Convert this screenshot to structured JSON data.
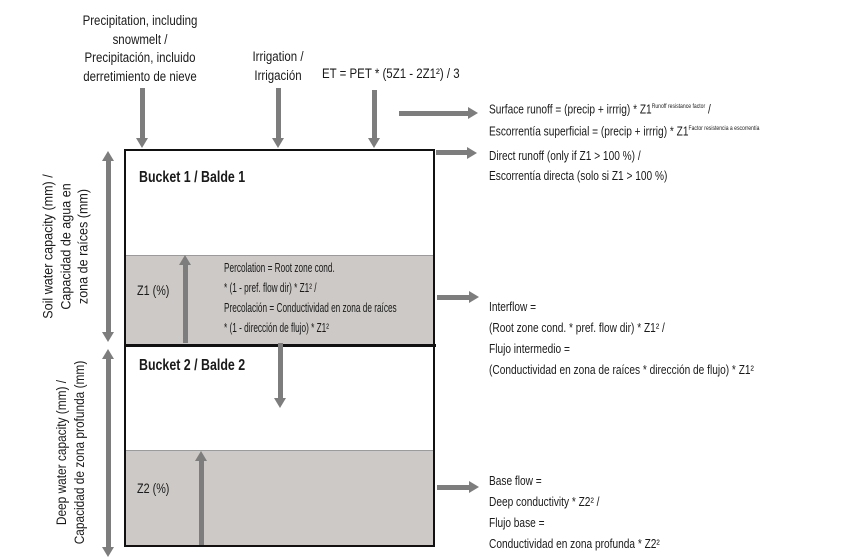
{
  "colors": {
    "arrow": "#7d7d7d",
    "band": "#ccc9c6",
    "band-edge": "#9b9b9b",
    "line": "#111111",
    "text": "#1a1a1a"
  },
  "top": {
    "precipitation": {
      "lines": [
        "Precipitation, including",
        "snowmelt /",
        "Precipitación, incluido",
        "derretimiento de nieve"
      ]
    },
    "irrigation": {
      "lines": [
        "Irrigation /",
        "Irrigación"
      ]
    },
    "et_formula": "ET = PET * (5Z1 - 2Z1²) / 3"
  },
  "left": {
    "soil_capacity": {
      "lines": [
        "Soil water capacity (mm) /",
        "Capacidad de agua en",
        "zona de raíces (mm)"
      ]
    },
    "deep_capacity": {
      "lines": [
        "Deep water capacity (mm) /",
        "Capacidad de zona profunda (mm)"
      ]
    }
  },
  "buckets": {
    "bucket1_title": "Bucket 1 / Balde 1",
    "bucket2_title": "Bucket 2 / Balde 2",
    "z1_label": "Z1 (%)",
    "z2_label": "Z2 (%)",
    "percolation": {
      "lines": [
        "Percolation = Root zone cond.",
        "* (1 - pref. flow dir) * Z1² /",
        "Precolación = Conductividad en zona de raíces",
        "* (1 - dirección de flujo) * Z1²"
      ]
    }
  },
  "right": {
    "surface_runoff": {
      "line1": {
        "pre": "Surface runoff = (precip + irrrig) * Z1",
        "sup": "Runoff resistance factor",
        "post": " /"
      },
      "line2": {
        "pre": "Escorrentía superficial = (precip + irrrig) * Z1",
        "sup": "Factor resistencia a escorrentía",
        "post": ""
      }
    },
    "direct_runoff": {
      "lines": [
        "Direct runoff (only if Z1 > 100 %) /",
        "Escorrentía directa (solo si Z1 > 100 %)"
      ]
    },
    "interflow": {
      "lines": [
        "Interflow =",
        "(Root zone cond. * pref. flow dir) * Z1² /",
        "Flujo intermedio =",
        "(Conductividad en zona de raíces * dirección de flujo) * Z1²"
      ]
    },
    "base_flow": {
      "lines": [
        "Base flow =",
        "Deep conductivity * Z2² /",
        "Flujo base =",
        "Conductividad en zona profunda * Z2²"
      ]
    }
  }
}
